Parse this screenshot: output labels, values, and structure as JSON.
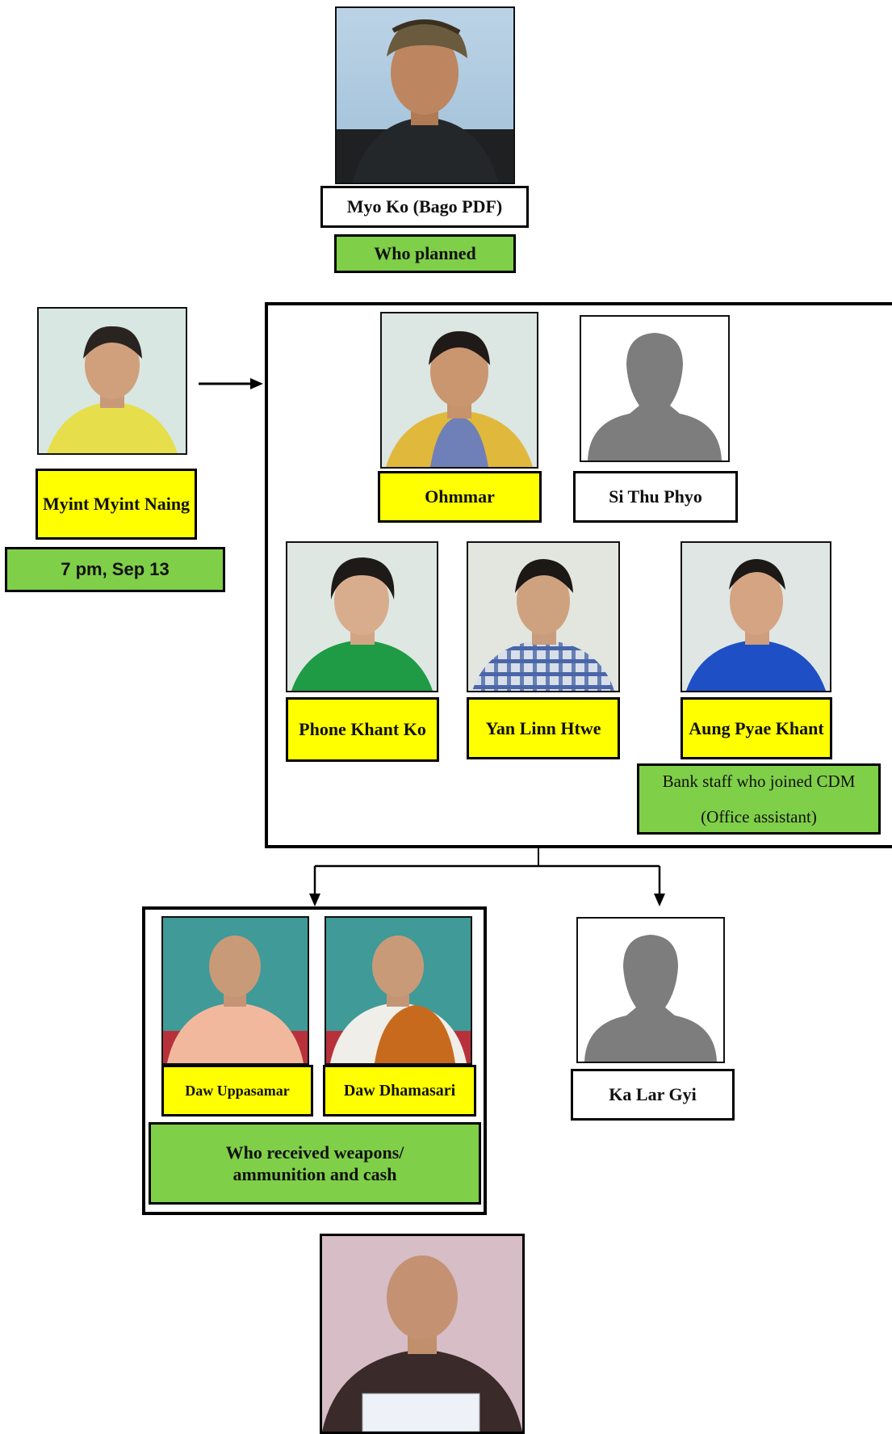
{
  "nodes": {
    "myo_ko": {
      "name": "Myo Ko (Bago PDF)",
      "role": "Who planned"
    },
    "myint_myint_naing": {
      "name": "Myint Myint Naing",
      "time": "7 pm, Sep 13"
    },
    "ohmmar": {
      "name": "Ohmmar"
    },
    "si_thu_phyo": {
      "name": "Si Thu Phyo"
    },
    "phone_khant_ko": {
      "name": "Phone Khant Ko"
    },
    "yan_linn_htwe": {
      "name": "Yan Linn Htwe"
    },
    "aung_pyae_khant": {
      "name": "Aung Pyae Khant",
      "role": "Bank staff who joined CDM (Office assistant)"
    },
    "daw_uppasamar": {
      "name": "Daw Uppasamar"
    },
    "daw_dhamasari": {
      "name": "Daw Dhamasari"
    },
    "receivers_role": "Who received weapons/ ammunition and cash",
    "ka_lar_gyi": {
      "name": "Ka Lar Gyi"
    }
  },
  "colors": {
    "yellow": "#ffff00",
    "green": "#7fcf48",
    "border": "#000000"
  }
}
